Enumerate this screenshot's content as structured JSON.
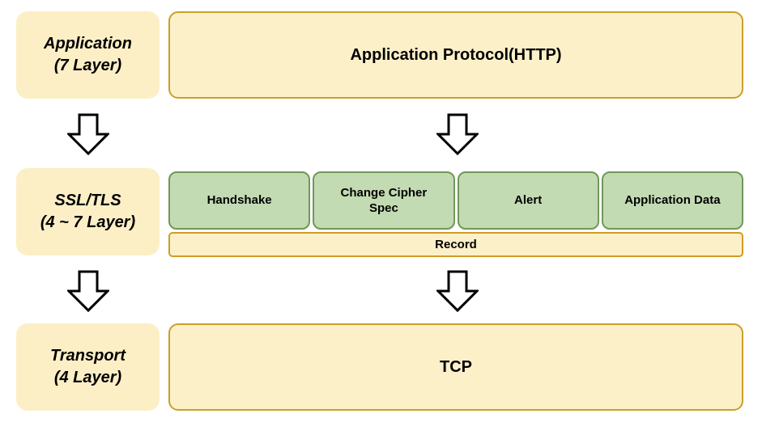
{
  "layers": [
    {
      "line1": "Application",
      "line2": "(7 Layer)"
    },
    {
      "line1": "SSL/TLS",
      "line2": "(4 ~ 7 Layer)"
    },
    {
      "line1": "Transport",
      "line2": "(4 Layer)"
    }
  ],
  "protocol_stack": {
    "application_protocol": "Application Protocol(HTTP)",
    "tls_sublayers": [
      "Handshake",
      "Change Cipher Spec",
      "Alert",
      "Application Data"
    ],
    "record_layer": "Record",
    "transport_protocol": "TCP"
  },
  "icons": {
    "down_arrow": "down-arrow"
  },
  "colors": {
    "background": "#FFFFFF",
    "cream_fill": "#FCEFC6",
    "gold_border": "#C9A028",
    "record_border": "#D29B27",
    "green_fill": "#C3DBB3",
    "green_border": "#71975B",
    "text": "#000000",
    "arrow_fill": "#FFFFFF",
    "arrow_stroke": "#000000"
  }
}
